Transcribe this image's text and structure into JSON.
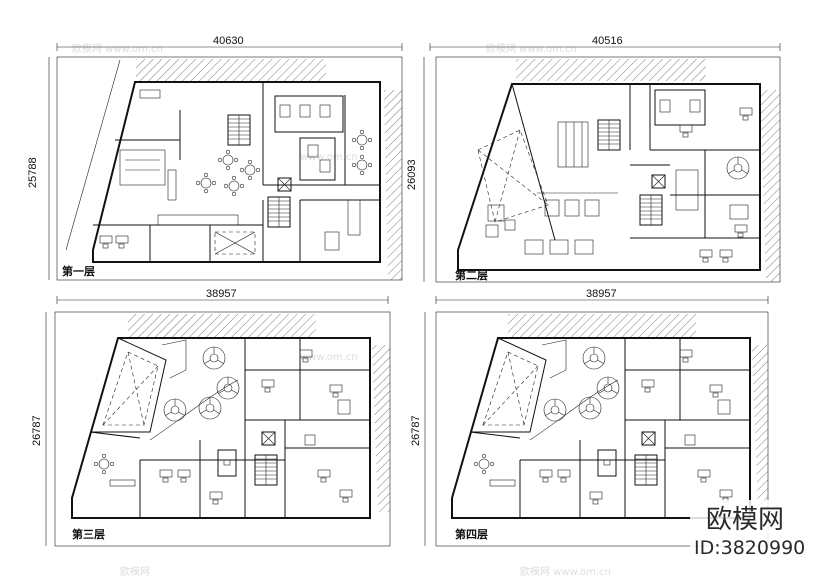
{
  "plans": [
    {
      "id": "plan-1",
      "width_dim": "40630",
      "height_dim": "25788",
      "floor_label": "第一层"
    },
    {
      "id": "plan-2",
      "width_dim": "40516",
      "height_dim": "26093",
      "floor_label": "第二层"
    },
    {
      "id": "plan-3",
      "width_dim": "38957",
      "height_dim": "26787",
      "floor_label": "第三层"
    },
    {
      "id": "plan-4",
      "width_dim": "38957",
      "height_dim": "26787",
      "floor_label": "第四层"
    }
  ],
  "watermark": {
    "brand": "欧模网",
    "id": "ID:3820990"
  }
}
